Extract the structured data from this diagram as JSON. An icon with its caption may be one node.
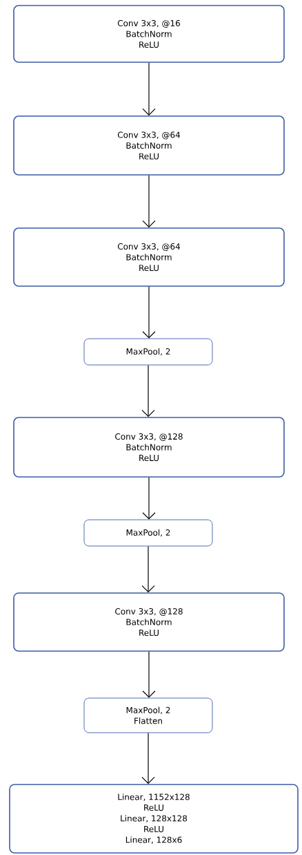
{
  "diagram": {
    "nodes": [
      {
        "text": [
          "Conv 3x3, @16",
          "BatchNorm",
          "ReLU"
        ]
      },
      {
        "text": [
          "Conv 3x3, @64",
          "BatchNorm",
          "ReLU"
        ]
      },
      {
        "text": [
          "Conv 3x3, @64",
          "BatchNorm",
          "ReLU"
        ]
      },
      {
        "text": [
          "MaxPool, 2"
        ]
      },
      {
        "text": [
          "Conv 3x3, @128",
          "BatchNorm",
          "ReLU"
        ]
      },
      {
        "text": [
          "MaxPool, 2"
        ]
      },
      {
        "text": [
          "Conv 3x3, @128",
          "BatchNorm",
          "ReLU"
        ]
      },
      {
        "text": [
          "MaxPool, 2",
          "Flatten"
        ]
      },
      {
        "text": [
          "Linear, 1152x128",
          "ReLU",
          "Linear, 128x128",
          "ReLU",
          "Linear, 128x6"
        ]
      }
    ],
    "edges": [
      {
        "from": 0,
        "to": 1,
        "arrow": "to"
      },
      {
        "from": 1,
        "to": 2,
        "arrow": "to"
      },
      {
        "from": 2,
        "to": 3,
        "arrow": "to"
      },
      {
        "from": 3,
        "to": 4,
        "arrow": "to"
      },
      {
        "from": 4,
        "to": 5,
        "arrow": "to"
      },
      {
        "from": 5,
        "to": 6,
        "arrow": "to"
      },
      {
        "from": 6,
        "to": 7,
        "arrow": "to"
      },
      {
        "from": 7,
        "to": 8,
        "arrow": "to"
      }
    ]
  }
}
